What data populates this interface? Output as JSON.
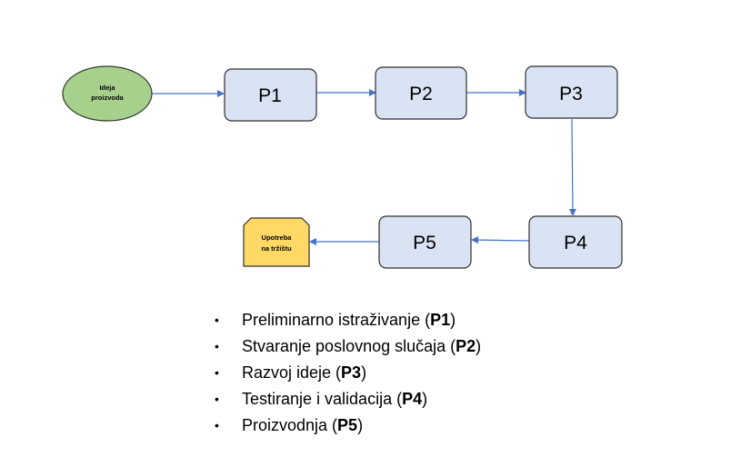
{
  "diagram": {
    "start_label": [
      "Ideja",
      "proizvoda"
    ],
    "end_label": [
      "Upotreba",
      "na tržištu"
    ],
    "colors": {
      "start_fill": "#a8d08d",
      "start_stroke": "#2e3b2a",
      "process_fill": "#dae3f3",
      "process_stroke": "#2f2f2f",
      "end_fill": "#ffd966",
      "end_stroke": "#2f2f2f",
      "arrow": "#4472c4"
    },
    "nodes": [
      "P1",
      "P2",
      "P3",
      "P4",
      "P5"
    ]
  },
  "legend": [
    {
      "text": "Preliminarno istraživanje (",
      "code": "P1",
      "close": ")"
    },
    {
      "text": "Stvaranje poslovnog slučaja (",
      "code": "P2",
      "close": ")"
    },
    {
      "text": "Razvoj ideje (",
      "code": "P3",
      "close": ")"
    },
    {
      "text": "Testiranje i validacija (",
      "code": "P4",
      "close": ")"
    },
    {
      "text": "Proizvodnja (",
      "code": "P5",
      "close": ")"
    }
  ]
}
